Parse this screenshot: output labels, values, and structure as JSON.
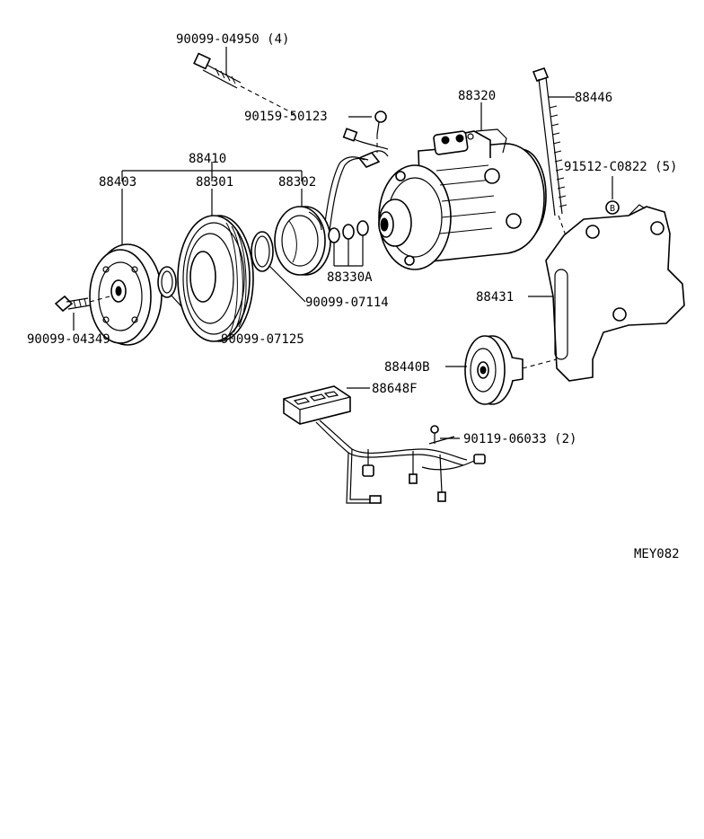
{
  "labels": {
    "l_90099_04950": "90099-04950 (4)",
    "l_90159_50123": "90159-50123",
    "l_88320": "88320",
    "l_88446": "88446",
    "l_88410": "88410",
    "l_88403": "88403",
    "l_88301": "88301",
    "l_88302": "88302",
    "l_91512_c0822": "91512-C0822 (5)",
    "l_88330a": "88330A",
    "l_90099_07114": "90099-07114",
    "l_88431": "88431",
    "l_90099_04349": "90099-04349",
    "l_90099_07125": "90099-07125",
    "l_88440b": "88440B",
    "l_88648f": "88648F",
    "l_90119_06033": "90119-06033 (2)",
    "l_mey082": "MEY082"
  },
  "callouts": {
    "b_marker": "B"
  }
}
